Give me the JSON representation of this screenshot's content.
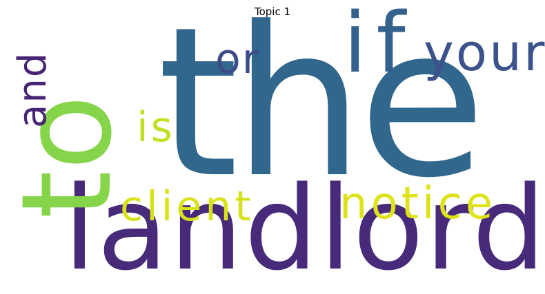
{
  "title": "Topic 1",
  "words": {
    "the": {
      "text": "the",
      "color": "#31668d"
    },
    "landlord": {
      "text": "landlord",
      "color": "#472a7a"
    },
    "to": {
      "text": "to",
      "color": "#86d449"
    },
    "if": {
      "text": "if",
      "color": "#34618d"
    },
    "your": {
      "text": "your",
      "color": "#3b528b"
    },
    "or": {
      "text": "or",
      "color": "#3e4b89"
    },
    "and": {
      "text": "and",
      "color": "#482475"
    },
    "is": {
      "text": "is",
      "color": "#c2df23"
    },
    "client": {
      "text": "client",
      "color": "#d8e219"
    },
    "notice": {
      "text": "notice",
      "color": "#dde318"
    }
  }
}
